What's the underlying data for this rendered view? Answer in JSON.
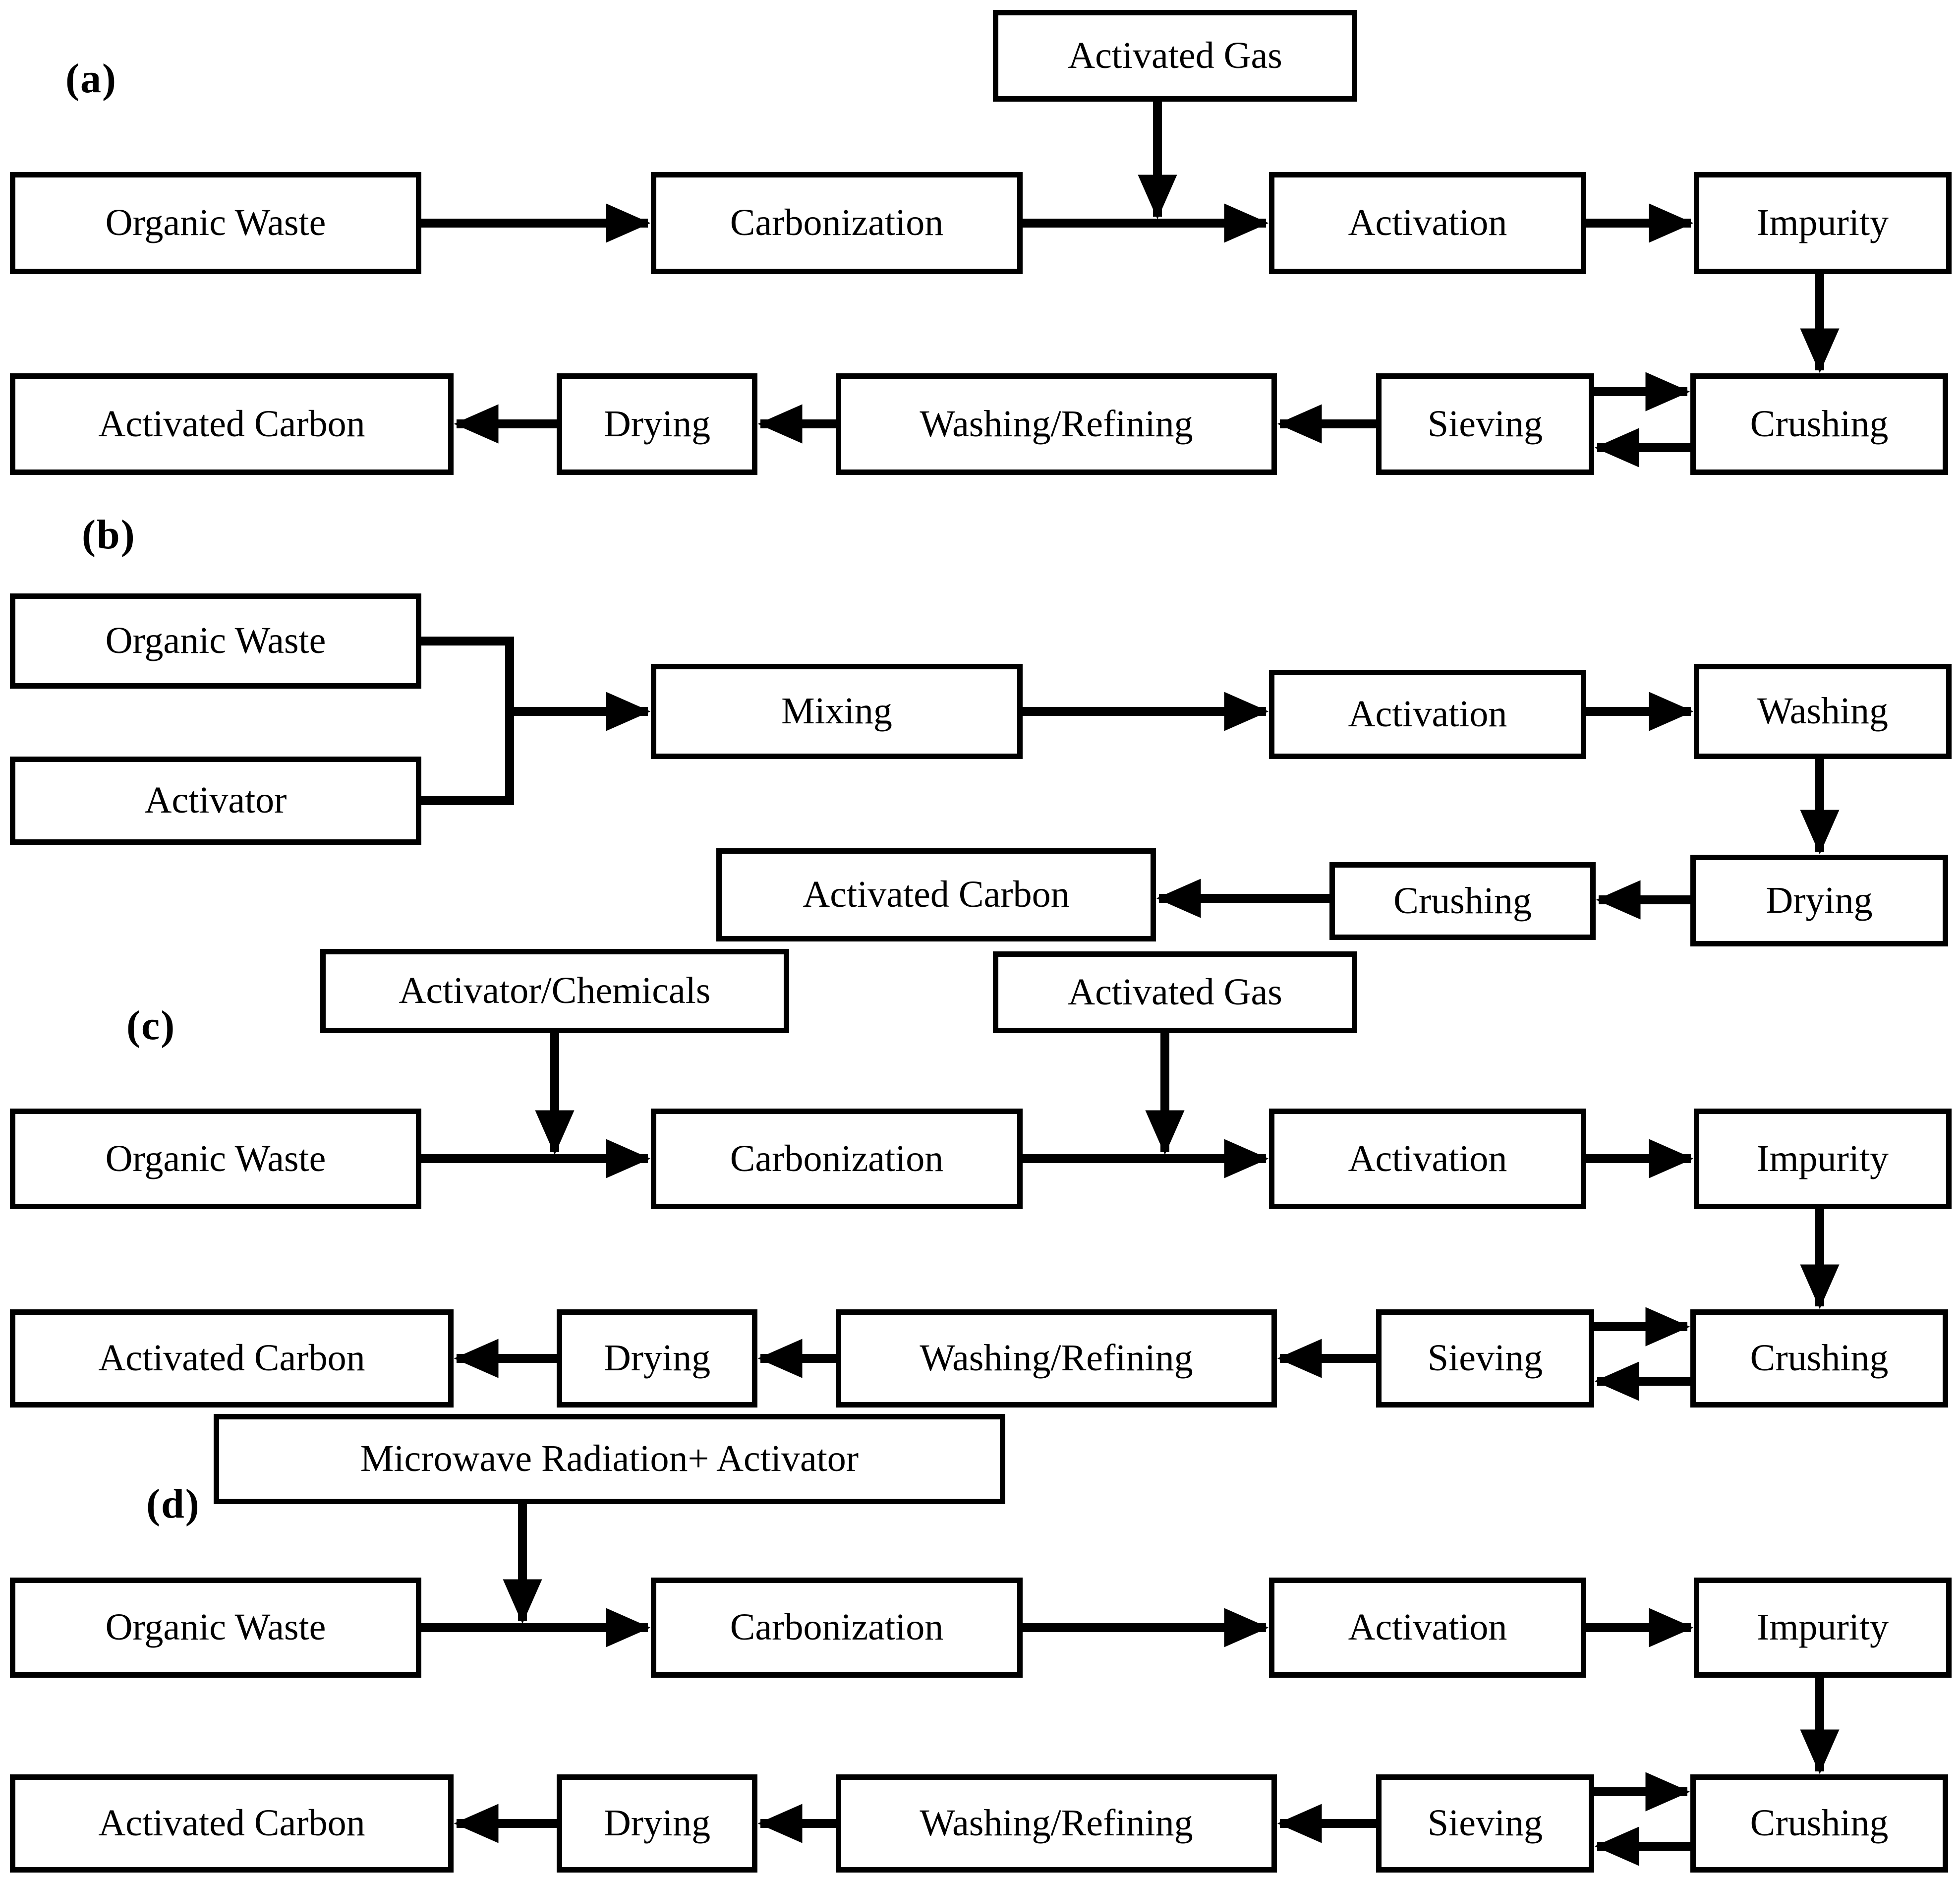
{
  "figure": {
    "description": "Flow diagrams of activated carbon production routes",
    "background": "#ffffff",
    "line_color": "#000000",
    "box_fill": "#ffffff",
    "box_border": "#000000"
  },
  "panels": {
    "a": {
      "label": "(a)",
      "boxes": {
        "activated_gas": "Activated Gas",
        "organic_waste": "Organic Waste",
        "carbonization": "Carbonization",
        "activation": "Activation",
        "impurity": "Impurity",
        "activated_carbon": "Activated Carbon",
        "drying": "Drying",
        "washing_refining": "Washing/Refining",
        "sieving": "Sieving",
        "crushing": "Crushing"
      }
    },
    "b": {
      "label": "(b)",
      "boxes": {
        "organic_waste": "Organic Waste",
        "activator": "Activator",
        "mixing": "Mixing",
        "activation": "Activation",
        "washing": "Washing",
        "drying": "Drying",
        "crushing": "Crushing",
        "activated_carbon": "Activated Carbon"
      }
    },
    "c": {
      "label": "(c)",
      "boxes": {
        "activator_chemicals": "Activator/Chemicals",
        "activated_gas": "Activated Gas",
        "organic_waste": "Organic Waste",
        "carbonization": "Carbonization",
        "activation": "Activation",
        "impurity": "Impurity",
        "activated_carbon": "Activated Carbon",
        "drying": "Drying",
        "washing_refining": "Washing/Refining",
        "sieving": "Sieving",
        "crushing": "Crushing"
      }
    },
    "d": {
      "label": "(d)",
      "boxes": {
        "microwave_activator": "Microwave Radiation+ Activator",
        "organic_waste": "Organic Waste",
        "carbonization": "Carbonization",
        "activation": "Activation",
        "impurity": "Impurity",
        "activated_carbon": "Activated Carbon",
        "drying": "Drying",
        "washing_refining": "Washing/Refining",
        "sieving": "Sieving",
        "crushing": "Crushing"
      }
    }
  }
}
